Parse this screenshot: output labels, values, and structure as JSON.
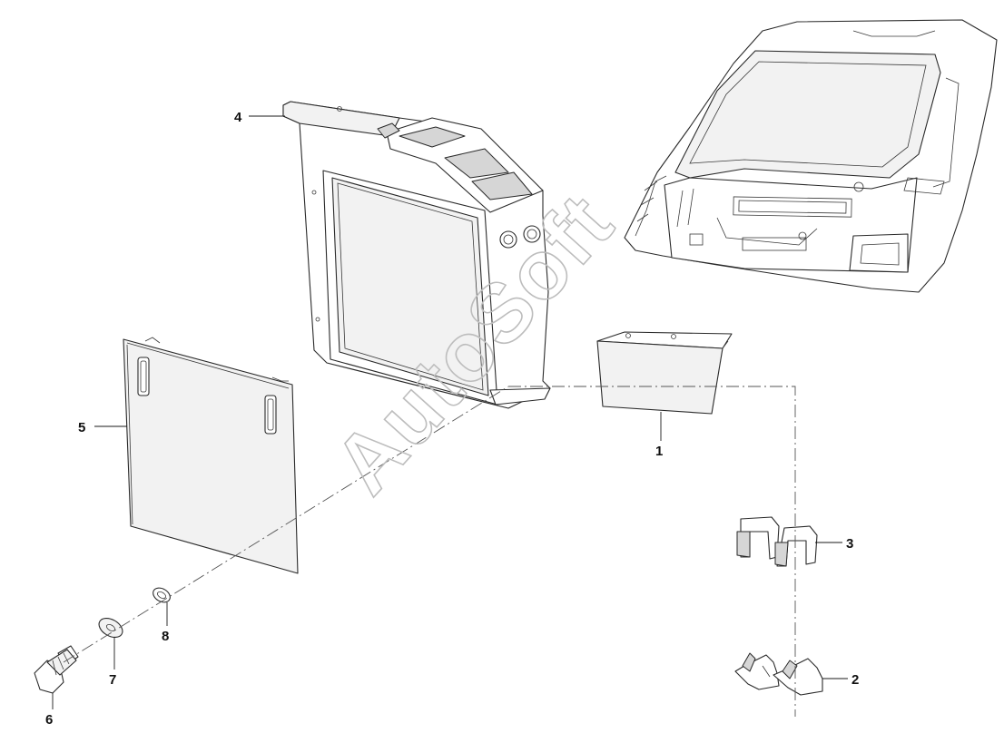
{
  "watermark": "AutoSoft",
  "callouts": [
    {
      "id": "1",
      "label": "1"
    },
    {
      "id": "2",
      "label": "2"
    },
    {
      "id": "3",
      "label": "3"
    },
    {
      "id": "4",
      "label": "4"
    },
    {
      "id": "5",
      "label": "5"
    },
    {
      "id": "6",
      "label": "6"
    },
    {
      "id": "7",
      "label": "7"
    },
    {
      "id": "8",
      "label": "8"
    }
  ],
  "colors": {
    "line": "#2a2a2a",
    "watermark": "#bdbdbd",
    "background": "#ffffff"
  }
}
